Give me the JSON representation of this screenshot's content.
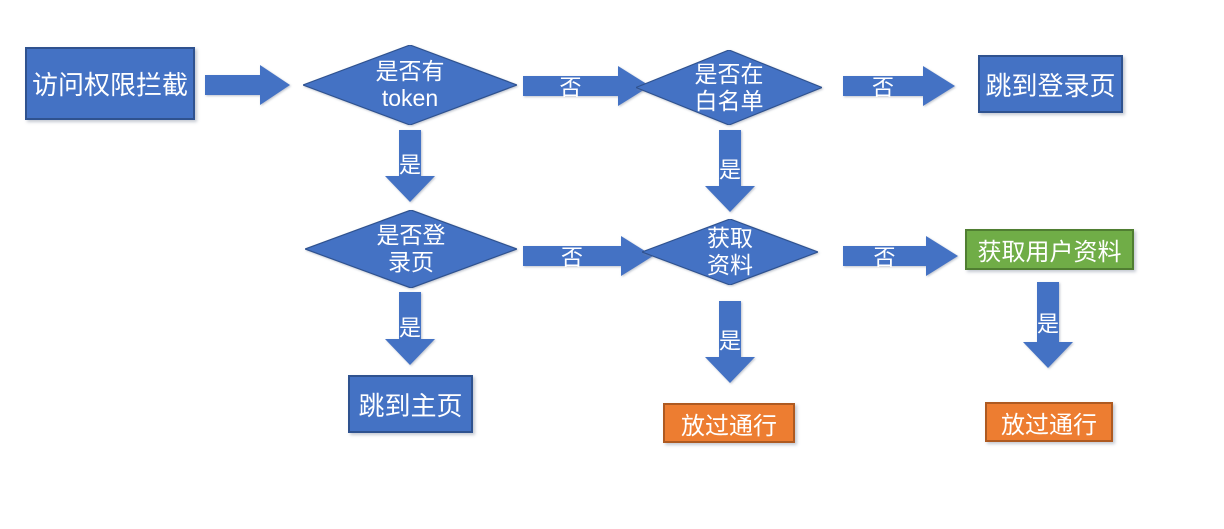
{
  "diagram": {
    "colors": {
      "background": "#FFFFFF",
      "node_blue_fill": "#4472C4",
      "node_blue_border": "#2F528F",
      "node_green_fill": "#70AD47",
      "node_green_border": "#507E32",
      "node_orange_fill": "#ED7D31",
      "node_orange_border": "#AE5A21",
      "arrow_fill": "#4472C4",
      "label_text": "#FFFFFF"
    },
    "edge_labels": {
      "yes": "是",
      "no": "否"
    },
    "nodes": {
      "start": {
        "type": "process",
        "label": "访问权限拦截"
      },
      "has_token": {
        "type": "decision",
        "line1": "是否有",
        "line2": "token"
      },
      "in_whitelist": {
        "type": "decision",
        "line1": "是否在",
        "line2": "白名单"
      },
      "goto_login": {
        "type": "process",
        "label": "跳到登录页"
      },
      "is_login_page": {
        "type": "decision",
        "line1": "是否登",
        "line2": "录页"
      },
      "get_profile": {
        "type": "decision",
        "line1": "获取",
        "line2": "资料"
      },
      "get_user_profile": {
        "type": "process",
        "label": "获取用户资料"
      },
      "goto_home": {
        "type": "process",
        "label": "跳到主页"
      },
      "pass_middle": {
        "type": "terminal",
        "label": "放过通行"
      },
      "pass_right": {
        "type": "terminal",
        "label": "放过通行"
      }
    },
    "edges": [
      {
        "from": "start",
        "to": "has_token",
        "label": ""
      },
      {
        "from": "has_token",
        "to": "in_whitelist",
        "label": "否"
      },
      {
        "from": "has_token",
        "to": "is_login_page",
        "label": "是"
      },
      {
        "from": "in_whitelist",
        "to": "goto_login",
        "label": "否"
      },
      {
        "from": "in_whitelist",
        "to": "get_profile",
        "label": "是"
      },
      {
        "from": "is_login_page",
        "to": "get_profile",
        "label": "否"
      },
      {
        "from": "is_login_page",
        "to": "goto_home",
        "label": "是"
      },
      {
        "from": "get_profile",
        "to": "get_user_profile",
        "label": "否"
      },
      {
        "from": "get_profile",
        "to": "pass_middle",
        "label": "是"
      },
      {
        "from": "get_user_profile",
        "to": "pass_right",
        "label": "是"
      }
    ]
  }
}
